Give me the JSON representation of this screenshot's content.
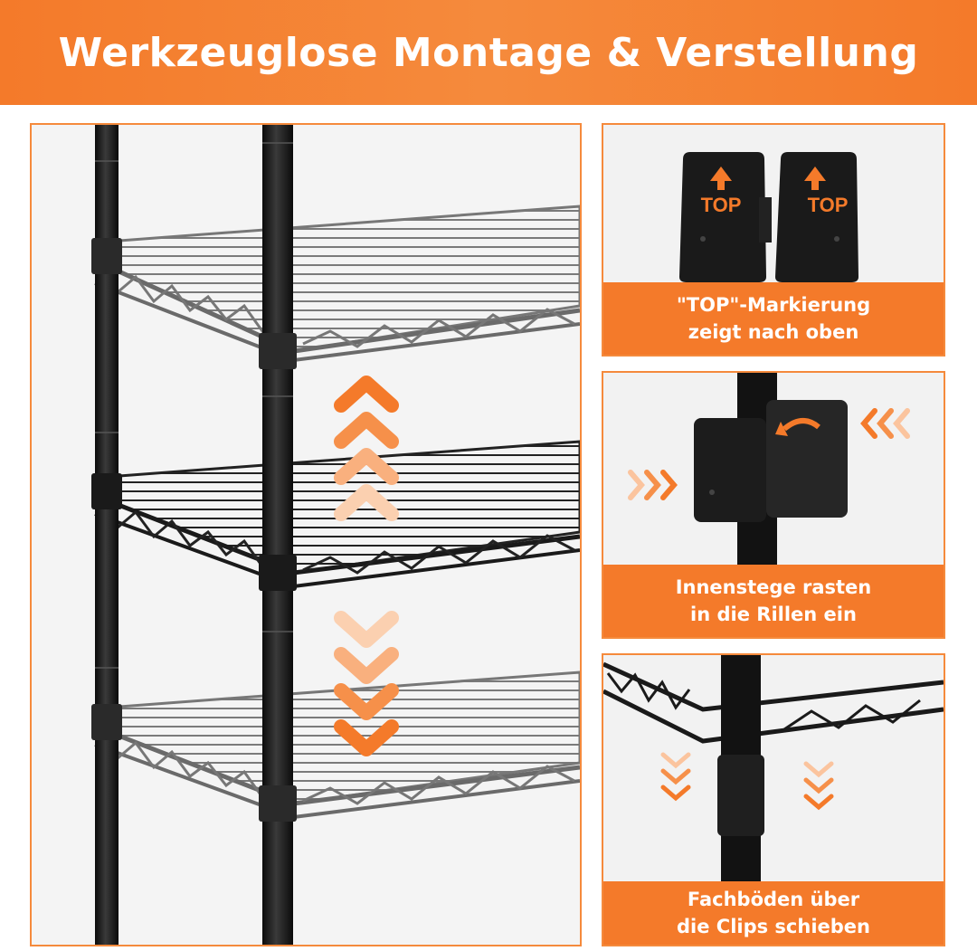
{
  "banner": {
    "title": "Werkzeuglose Montage & Verstellung",
    "background": "#f47a2a"
  },
  "panels": [
    {
      "caption": [
        "\"TOP\"-Markierung",
        "zeigt nach oben"
      ],
      "label_left": "TOP",
      "label_right": "TOP"
    },
    {
      "caption": [
        "Innenstege rasten",
        "in die Rillen ein"
      ]
    },
    {
      "caption": [
        "Fachböden über",
        "die Clips schieben"
      ]
    }
  ],
  "colors": {
    "accent": "#f47a2a",
    "shelf_dark": "#1c1c1c",
    "shelf_gray": "#6e6e6e"
  }
}
